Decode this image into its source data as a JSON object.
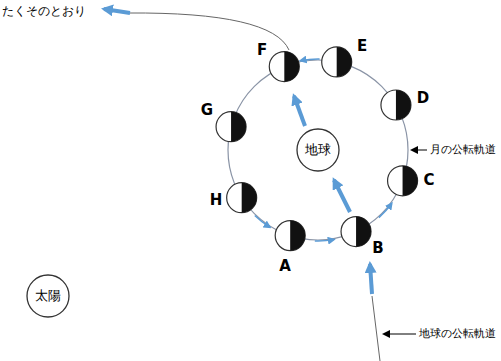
{
  "diagram": {
    "nodes": [
      {
        "text": [
          "太陽"
        ]
      },
      {
        "text": [
          "地球"
        ]
      }
    ],
    "labels": [
      "たくそのとおり",
      "F",
      "E",
      "D",
      "月の公転軌道",
      "G",
      "H",
      "C",
      "A",
      "B",
      "地球の公転軌道"
    ]
  }
}
